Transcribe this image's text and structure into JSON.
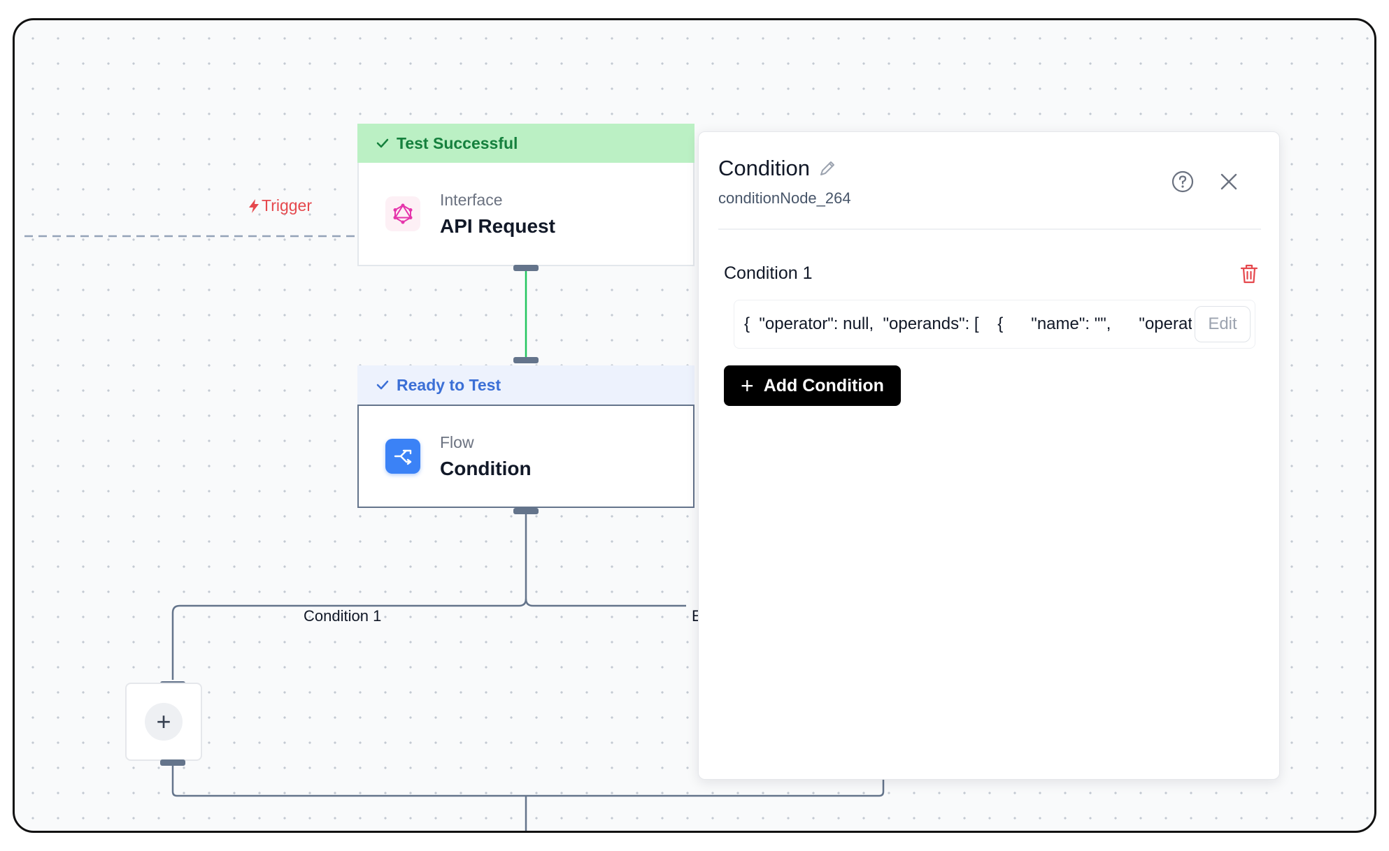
{
  "canvas": {
    "trigger_label": "Trigger",
    "nodes": [
      {
        "status": "Test Successful",
        "kind": "Interface",
        "name": "API Request",
        "icon": "graphql-icon",
        "status_color": "#15803d",
        "status_bg": "#bbf0c4"
      },
      {
        "status": "Ready to Test",
        "kind": "Flow",
        "name": "Condition",
        "icon": "branch-icon",
        "status_color": "#3b6fd6",
        "status_bg": "#edf2fd"
      }
    ],
    "branches": [
      "Condition 1",
      "E"
    ],
    "add_icon": "plus-icon"
  },
  "panel": {
    "title": "Condition",
    "node_id": "conditionNode_264",
    "conditions": [
      {
        "title": "Condition 1",
        "expression": "{  \"operator\": null,  \"operands\": [    {      \"name\": \"\",      \"operator\": null }",
        "edit_label": "Edit"
      }
    ],
    "add_condition_label": "Add Condition"
  },
  "colors": {
    "accent_green": "#22c55e",
    "trigger_red": "#e5484d",
    "edge_gray": "#64748b",
    "button_black": "#000000"
  }
}
